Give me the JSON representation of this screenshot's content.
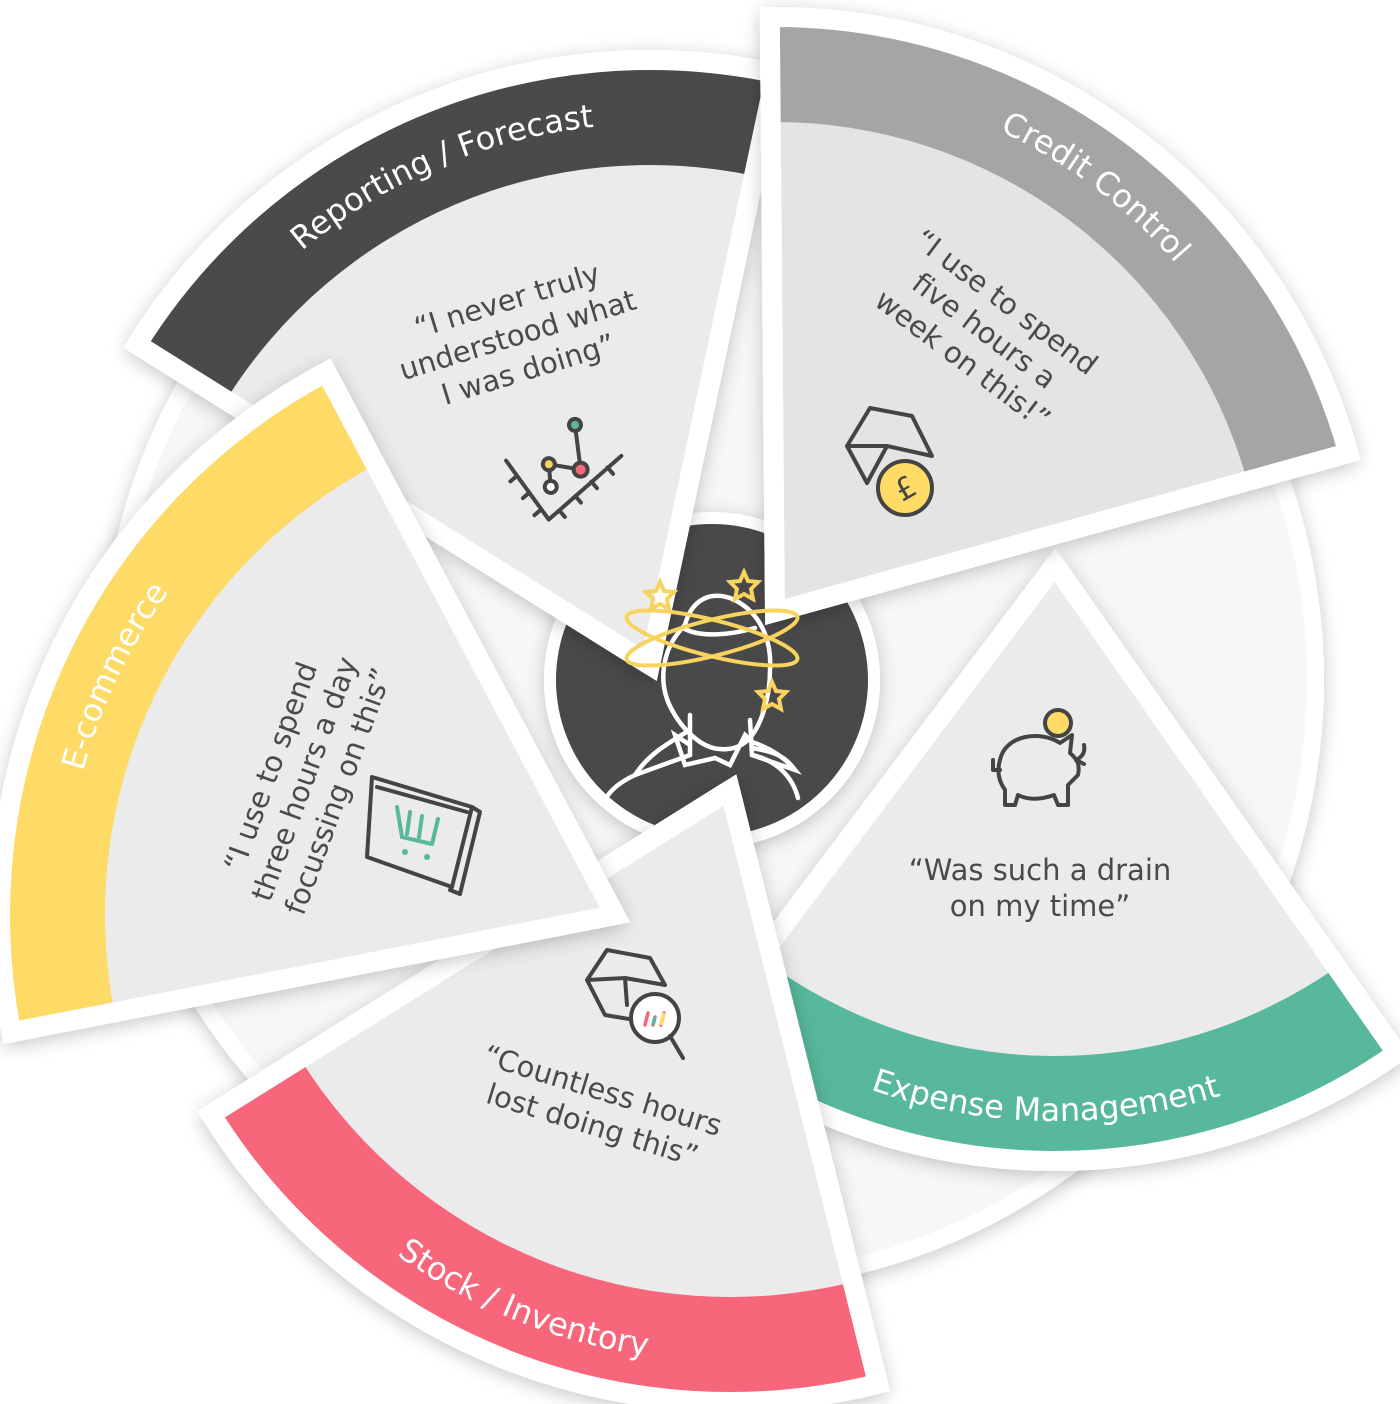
{
  "center": {
    "icon": "dizzy-person-icon"
  },
  "segments": [
    {
      "id": "reporting",
      "label": "Reporting / Forecast",
      "color": "#4a4a4a",
      "quote": [
        "“I never truly",
        "understood what",
        "I was doing”"
      ],
      "icon": "line-chart-icon"
    },
    {
      "id": "expense",
      "label": "Expense Management",
      "color": "#58b89c",
      "quote": [
        "“Was such a drain",
        "on my time”"
      ],
      "icon": "piggy-bank-icon"
    },
    {
      "id": "stock",
      "label": "Stock / Inventory",
      "color": "#f7667a",
      "quote": [
        "“Countless hours",
        "lost doing this”"
      ],
      "icon": "box-search-icon"
    },
    {
      "id": "ecommerce",
      "label": "E-commerce",
      "color": "#fddb66",
      "quote": [
        "“I use to spend",
        "three hours a day",
        "focussing on this”"
      ],
      "icon": "shopping-cart-screen-icon"
    },
    {
      "id": "credit",
      "label": "Credit Control",
      "color": "#a5a5a5",
      "quote": [
        "“I use to spend",
        "five hours a",
        "week on this!”"
      ],
      "icon": "box-pound-coin-icon"
    }
  ]
}
